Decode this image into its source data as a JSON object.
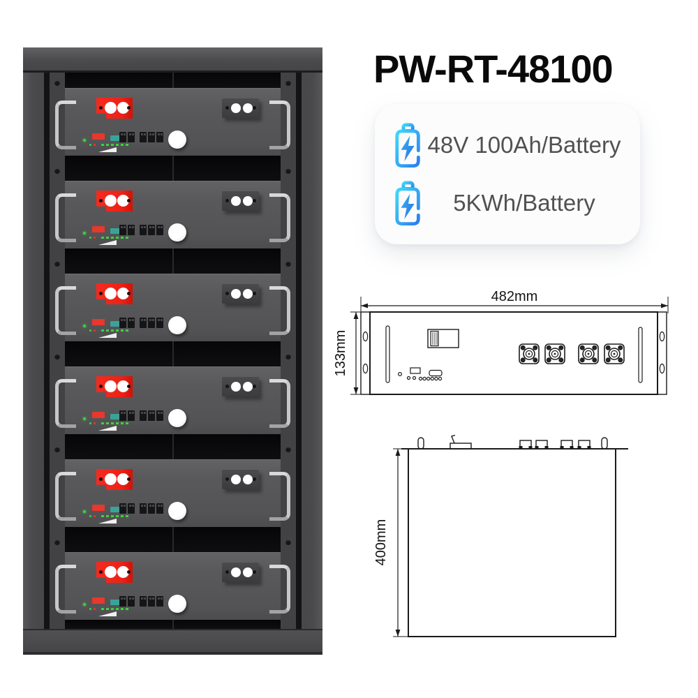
{
  "product": {
    "title": "PW-RT-48100",
    "specs": [
      {
        "icon": "battery-bolt-icon",
        "label": "48V 100Ah/Battery"
      },
      {
        "icon": "battery-bolt-icon",
        "label": "5KWh/Battery"
      }
    ]
  },
  "rack": {
    "module_count": 6,
    "colors": {
      "cabinet_frame": "#4b4b4d",
      "module_face": "#595959",
      "vent_recess": "#0b0b0d",
      "positive_terminal_red": "#ee2117",
      "negative_terminal_gray": "#434345",
      "status_block_teal": "#3aa398",
      "led_green": "#3fd13f",
      "led_red": "#e8372c",
      "handle_silver": "#c7c7c9",
      "power_button_white": "#ffffff"
    }
  },
  "spec_icon_colors": {
    "gradient_start": "#3fd9f9",
    "gradient_end": "#2a7df0"
  },
  "front_view": {
    "width_label": "482mm",
    "height_label": "133mm"
  },
  "top_view": {
    "depth_label": "400mm"
  }
}
